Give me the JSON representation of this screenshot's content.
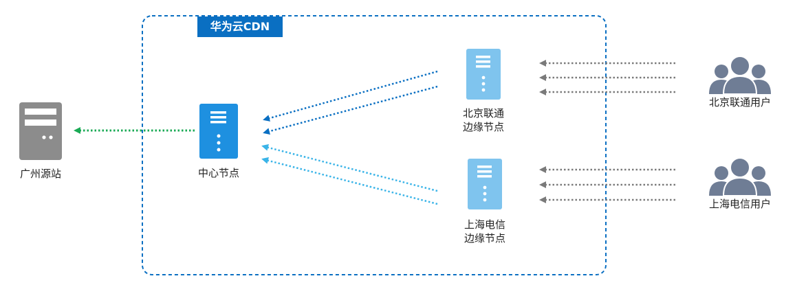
{
  "cdn": {
    "title": "华为云CDN"
  },
  "origin": {
    "label": "广州源站"
  },
  "center_node": {
    "label": "中心节点"
  },
  "beijing_edge": {
    "line1": "北京联通",
    "line2": "边缘节点"
  },
  "shanghai_edge": {
    "line1": "上海电信",
    "line2": "边缘节点"
  },
  "beijing_users": {
    "label": "北京联通用户"
  },
  "shanghai_users": {
    "label": "上海电信用户"
  },
  "colors": {
    "cdn_border": "#0a6fc2",
    "center_server": "#1e90e0",
    "edge_server": "#7fc4ee",
    "origin_server": "#8c8c8c",
    "users": "#6f7d95",
    "arrow_green": "#1aaa55",
    "arrow_blue_dark": "#0a6fc2",
    "arrow_blue_light": "#3ab4e8",
    "arrow_gray": "#7a7a7a"
  }
}
